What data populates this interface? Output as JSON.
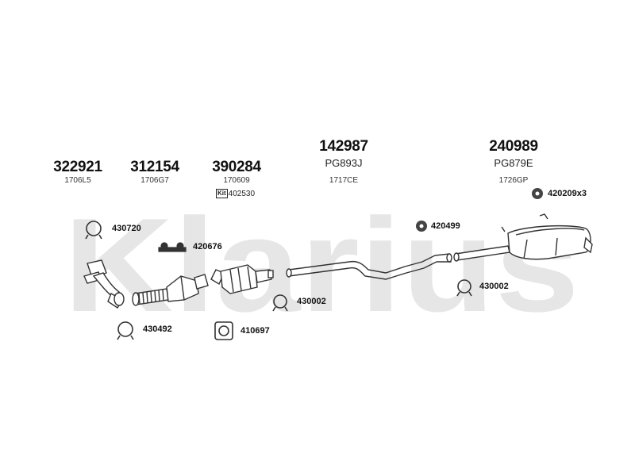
{
  "watermark": "Klarius",
  "main_parts": [
    {
      "number": "322921",
      "ref": "1706L5"
    },
    {
      "number": "312154",
      "ref": "1706G7"
    },
    {
      "number": "390284",
      "ref": "170609"
    },
    {
      "number": "142987",
      "oe": "PG893J",
      "ref": "1717CE"
    },
    {
      "number": "240989",
      "oe": "PG879E",
      "ref": "1726GP"
    }
  ],
  "kit": {
    "badge": "Kit",
    "number": "402530"
  },
  "accessories": [
    {
      "number": "430720",
      "icon": "clamp-ring-icon"
    },
    {
      "number": "420676",
      "icon": "rubber-mount-icon"
    },
    {
      "number": "420499",
      "icon": "rubber-ring-icon"
    },
    {
      "number": "420209x3",
      "icon": "rubber-ring-icon"
    },
    {
      "number": "430002",
      "icon": "clamp-ring-icon"
    },
    {
      "number": "430002",
      "icon": "clamp-ring-icon"
    },
    {
      "number": "430492",
      "icon": "clamp-ring-icon"
    },
    {
      "number": "410697",
      "icon": "gasket-icon"
    }
  ]
}
